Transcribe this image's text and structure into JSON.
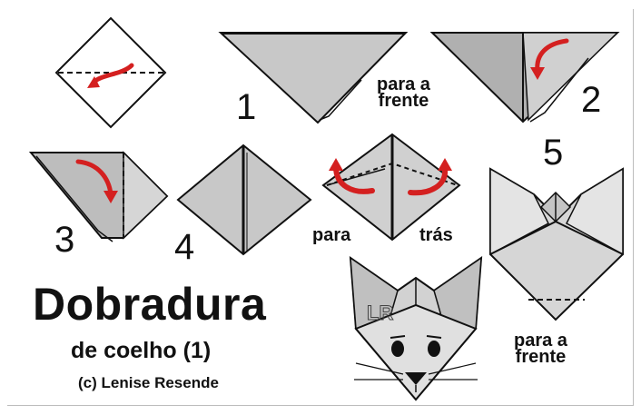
{
  "colors": {
    "paper": "#c8c8c8",
    "paper_light": "#dcdcdc",
    "paper_dark": "#9a9a9a",
    "outline": "#111111",
    "arrow": "#d42020",
    "background": "#ffffff"
  },
  "steps": [
    {
      "number": "1",
      "note": "para a\nfrente"
    },
    {
      "number": "2"
    },
    {
      "number": "3"
    },
    {
      "number": "4"
    },
    {
      "number": "5",
      "note": "para a\nfrente"
    }
  ],
  "step4_labels": {
    "left": "para",
    "right": "trás"
  },
  "title": {
    "main": "Dobradura",
    "sub": "de coelho (1)",
    "credit": "(c) Lenise Resende"
  },
  "face_letter": "LR",
  "icons": [
    "curved-arrow-icon"
  ]
}
